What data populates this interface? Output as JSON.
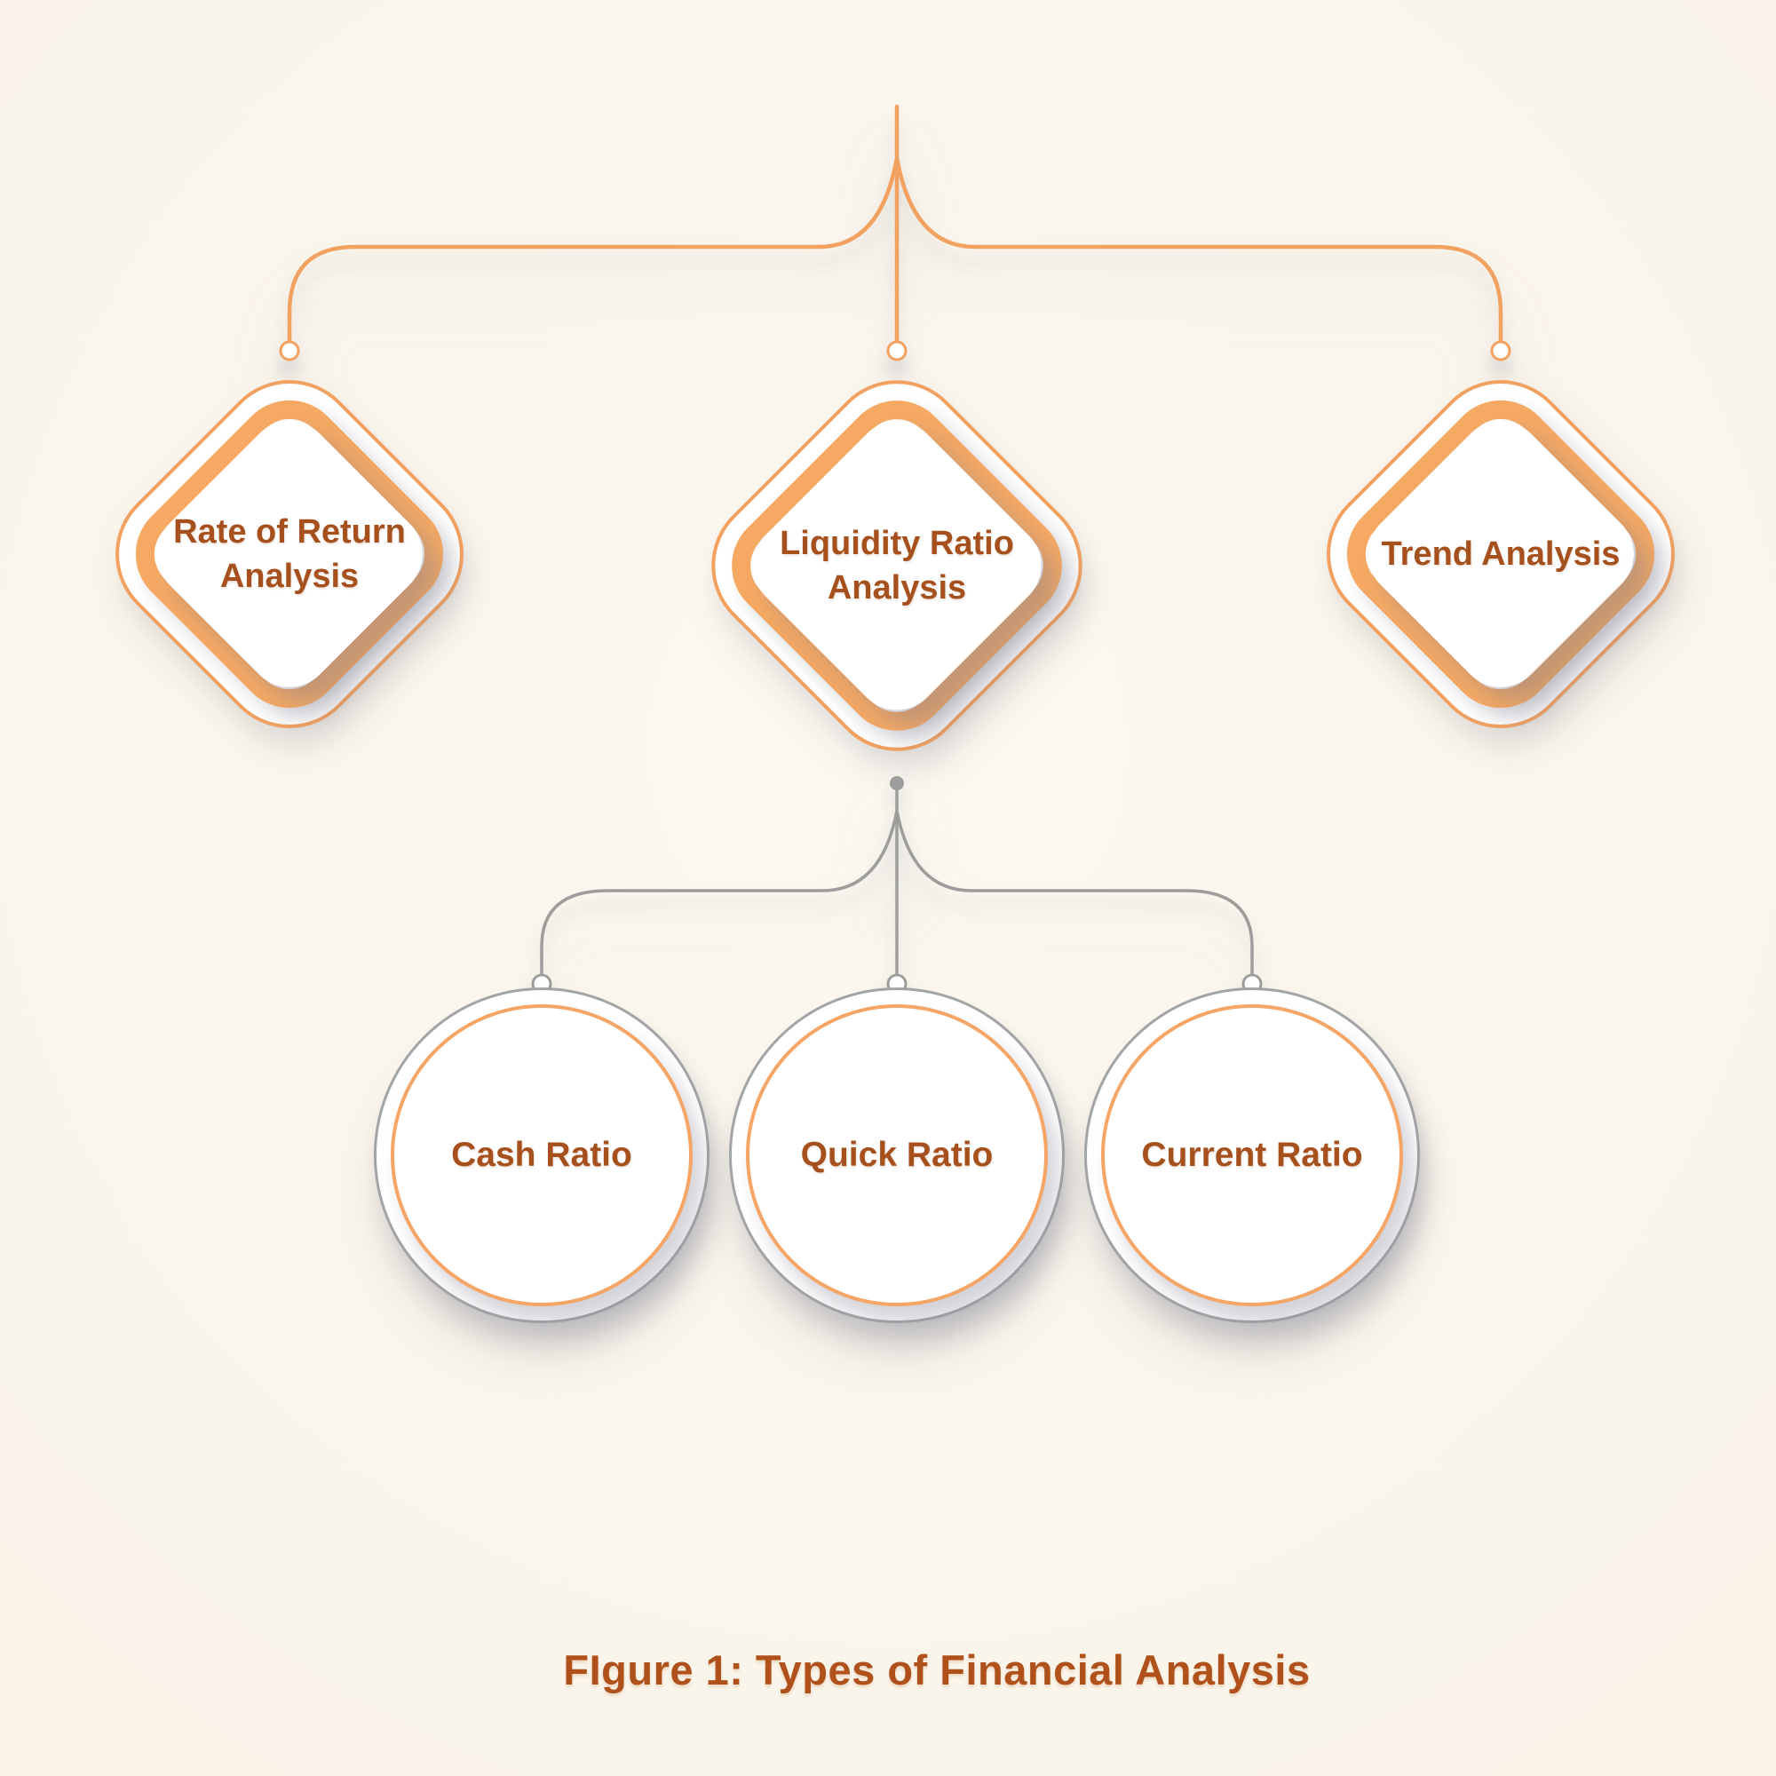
{
  "figure": {
    "caption": "FIgure 1: Types of Financial Analysis"
  },
  "palette": {
    "background": "#FAF4E9",
    "orange_line": "#F2A160",
    "orange_band": "#F6A963",
    "gray_line": "#9D9E9C",
    "node_fill": "#FFFFFF",
    "label_color": "#A6511D",
    "caption_color": "#B0511C"
  },
  "nodes": {
    "level1": [
      {
        "id": "rate-of-return-analysis",
        "label": "Rate of Return Analysis",
        "line1": "Rate of Return",
        "line2": "Analysis",
        "shape": "diamond"
      },
      {
        "id": "liquidity-ratio-analysis",
        "label": "Liquidity Ratio Analysis",
        "line1": "Liquidity Ratio",
        "line2": "Analysis",
        "shape": "diamond"
      },
      {
        "id": "trend-analysis",
        "label": "Trend Analysis",
        "line1": "Trend Analysis",
        "line2": "",
        "shape": "diamond"
      }
    ],
    "level2": [
      {
        "id": "cash-ratio",
        "label": "Cash Ratio",
        "shape": "circle",
        "parent": "liquidity-ratio-analysis"
      },
      {
        "id": "quick-ratio",
        "label": "Quick Ratio",
        "shape": "circle",
        "parent": "liquidity-ratio-analysis"
      },
      {
        "id": "current-ratio",
        "label": "Current Ratio",
        "shape": "circle",
        "parent": "liquidity-ratio-analysis"
      }
    ]
  }
}
